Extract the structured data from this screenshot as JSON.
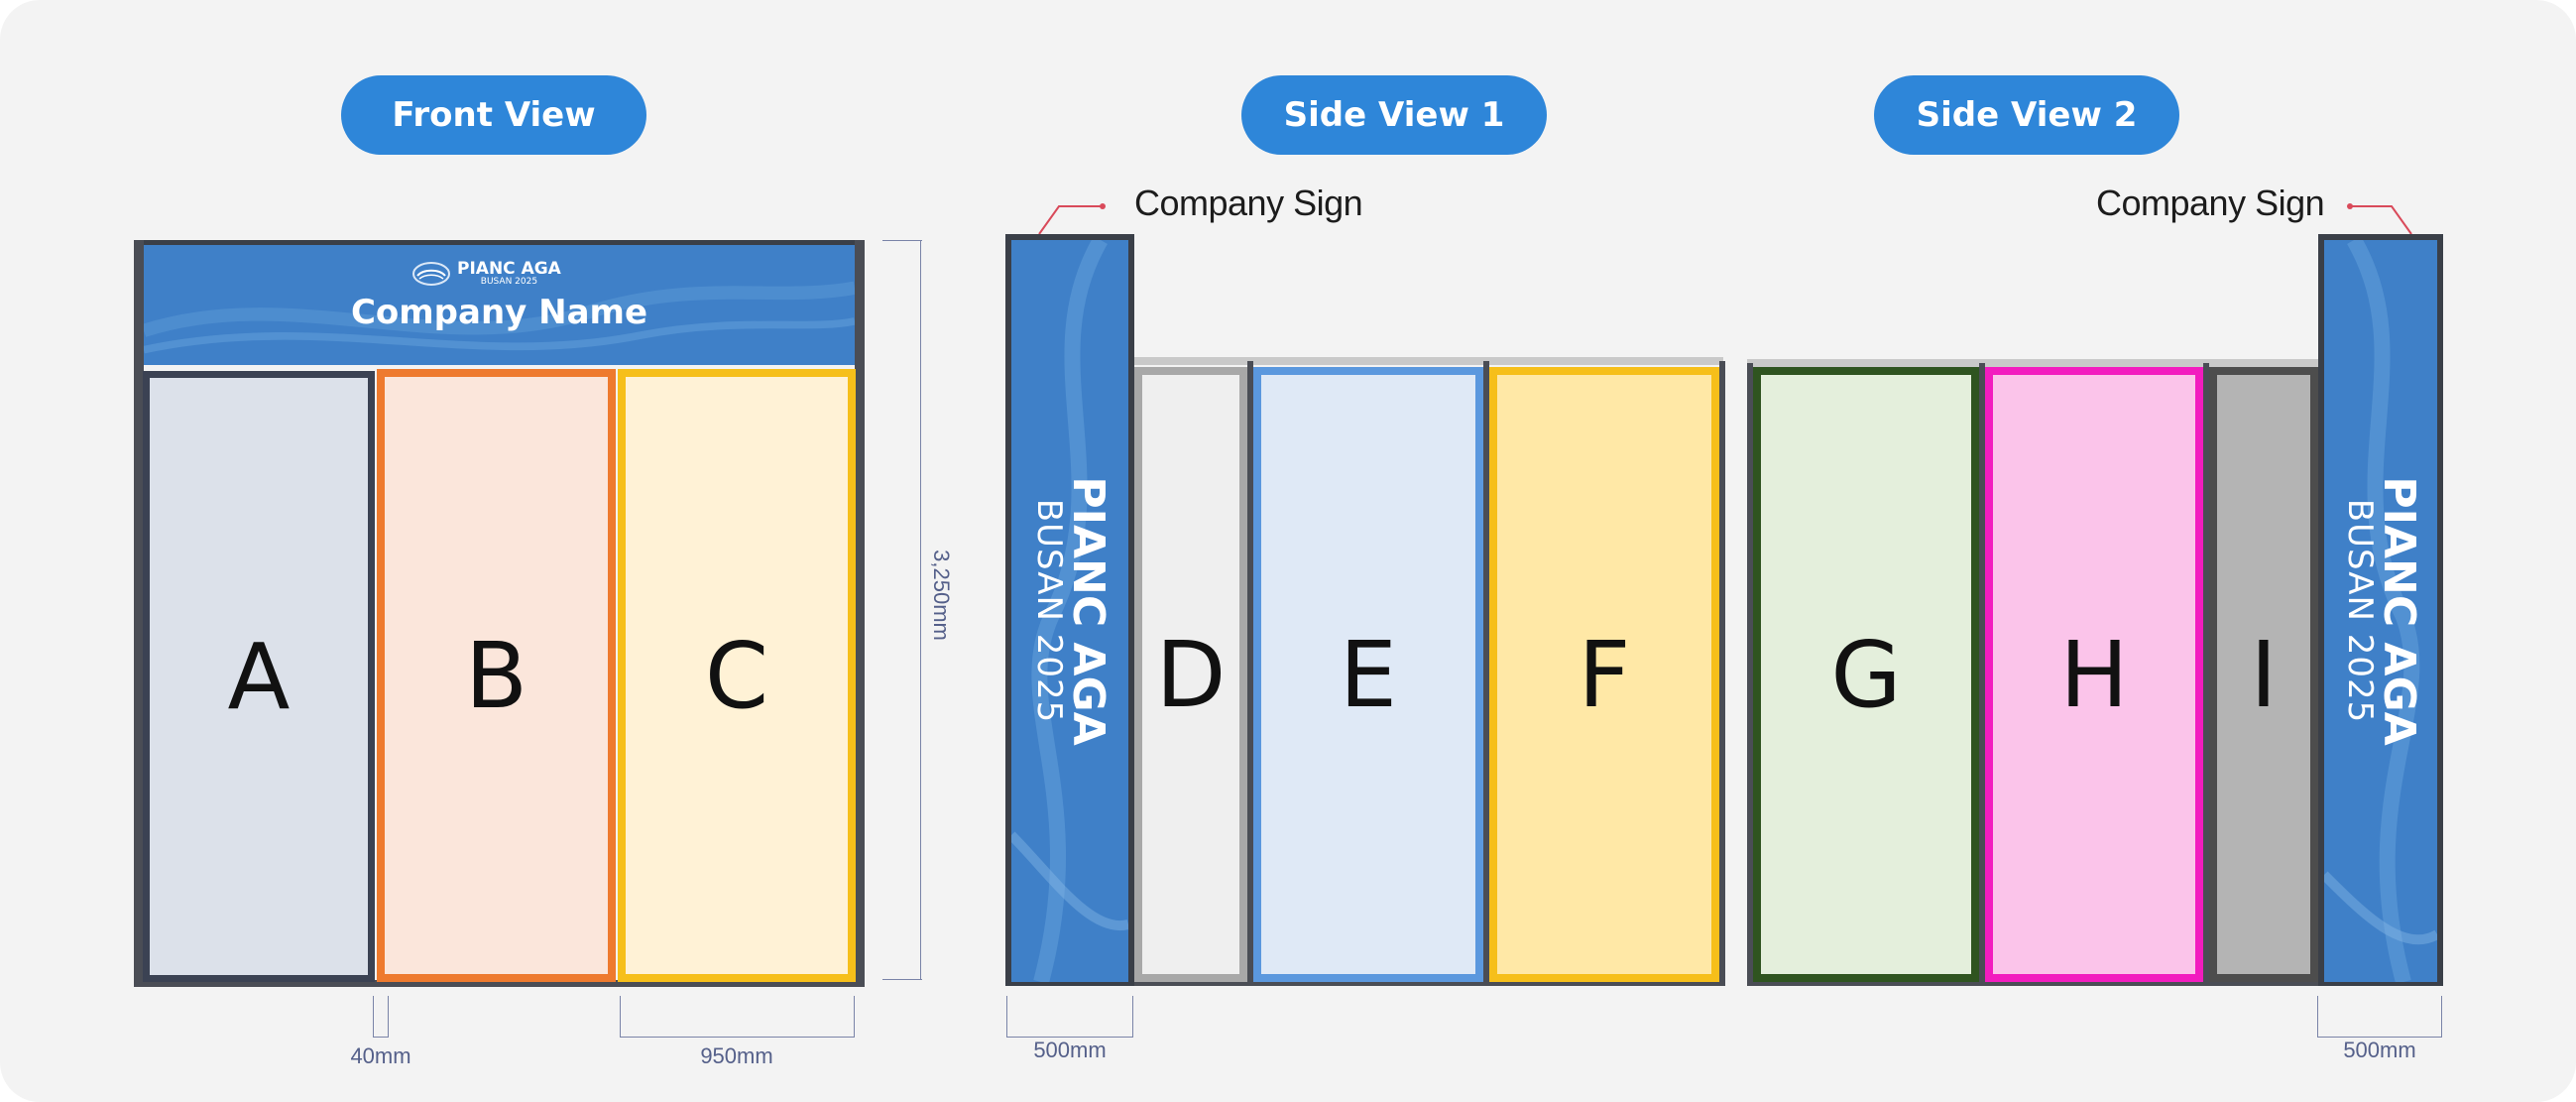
{
  "views": {
    "front": "Front View",
    "side1": "Side View 1",
    "side2": "Side View 2"
  },
  "front_sign": {
    "logo_text": "PIANC AGA",
    "logo_subtext": "BUSAN 2025",
    "company_name": "Company Name"
  },
  "banner": {
    "title": "PIANC AGA",
    "subtitle": "BUSAN 2025"
  },
  "panels": {
    "a": "A",
    "b": "B",
    "c": "C",
    "d": "D",
    "e": "E",
    "f": "F",
    "g": "G",
    "h": "H",
    "i": "I"
  },
  "callouts": {
    "left": "Company Sign",
    "right": "Company Sign"
  },
  "dimensions": {
    "height": "3,250mm",
    "gap": "40mm",
    "panel_width": "950mm",
    "sign_width_left": "500mm",
    "sign_width_right": "500mm"
  },
  "colors": {
    "pill": "#2e86d9",
    "banner": "#3f80c8",
    "panel_a": "#dce1ea",
    "panel_b": "#fbe6db",
    "panel_c": "#fff2d6",
    "panel_d": "#efefef",
    "panel_e": "#dfe9f6",
    "panel_f": "#ffe8a6",
    "panel_g": "#e4efdc",
    "panel_h": "#fbc4ea",
    "panel_i": "#b4b4b4"
  }
}
